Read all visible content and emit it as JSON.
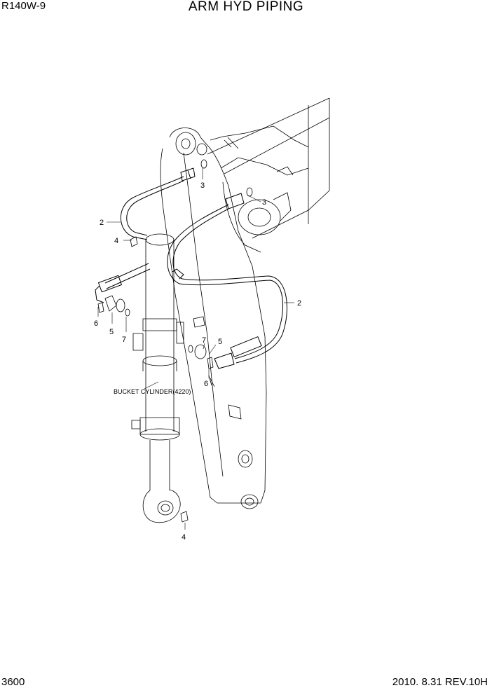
{
  "header": {
    "model": "R140W-9",
    "title": "ARM HYD PIPING"
  },
  "footer": {
    "page_number": "3600",
    "revision": "2010. 8.31  REV.10H"
  },
  "callouts": {
    "c2a": "2",
    "c2b": "2",
    "c3a": "3",
    "c3b": "3",
    "c4a": "4",
    "c4b": "4",
    "c5a": "5",
    "c5b": "5",
    "c6a": "6",
    "c6b": "6",
    "c7a": "7",
    "c7b": "7"
  },
  "annotation": {
    "bucket_cylinder": "BUCKET CYLINDER(4220)"
  }
}
